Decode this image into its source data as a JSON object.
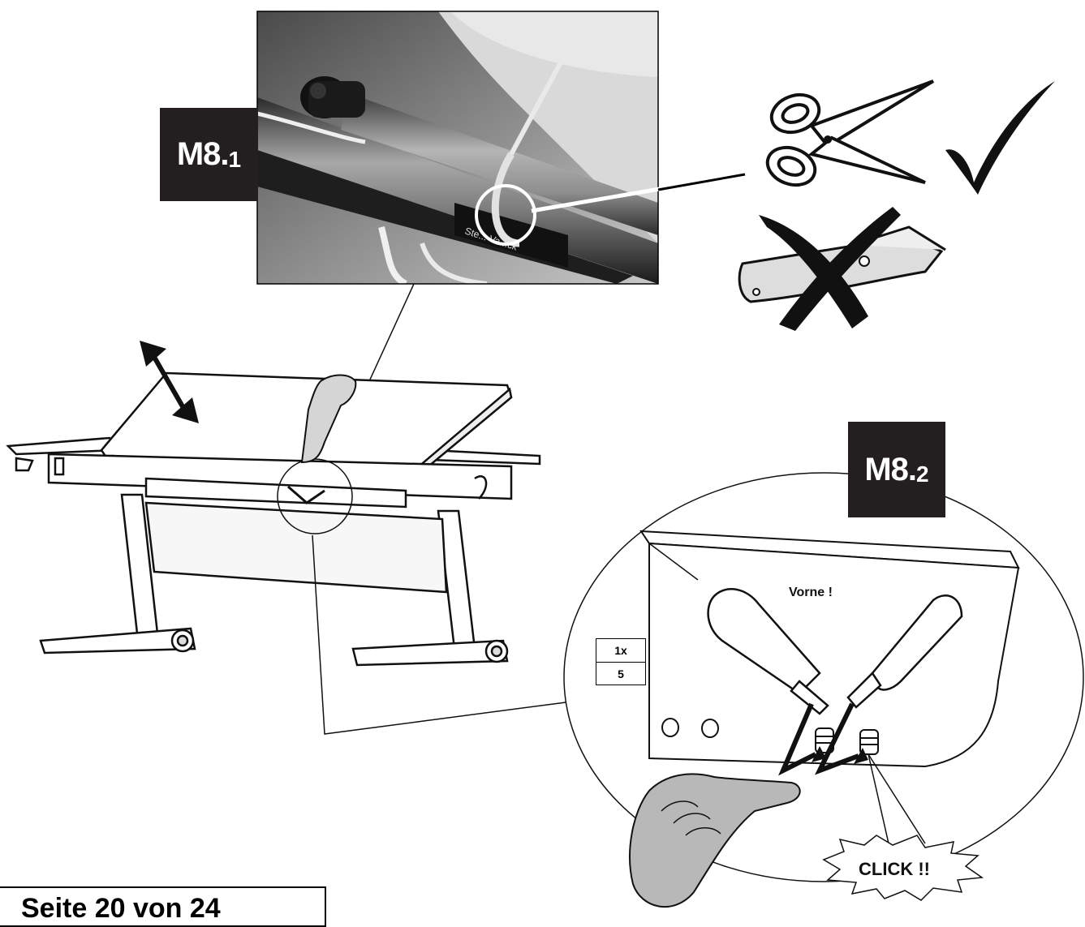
{
  "step_labels": {
    "m81": {
      "main": "M8.",
      "sub": "1"
    },
    "m82": {
      "main": "M8.",
      "sub": "2"
    }
  },
  "photo": {
    "brand_text": "Ste...  Va...ck"
  },
  "detail": {
    "note": "Vorne !",
    "quantity": {
      "count": "1x",
      "number": "5"
    },
    "sound": "CLICK !!"
  },
  "tools": {
    "allowed": "scissors-icon",
    "forbidden": "utility-knife-icon",
    "check": "check-mark-icon",
    "cross": "cross-mark-icon"
  },
  "footer": {
    "page": "Seite 20 von 24"
  },
  "colors": {
    "label_bg": "#231f20",
    "line": "#000000"
  }
}
